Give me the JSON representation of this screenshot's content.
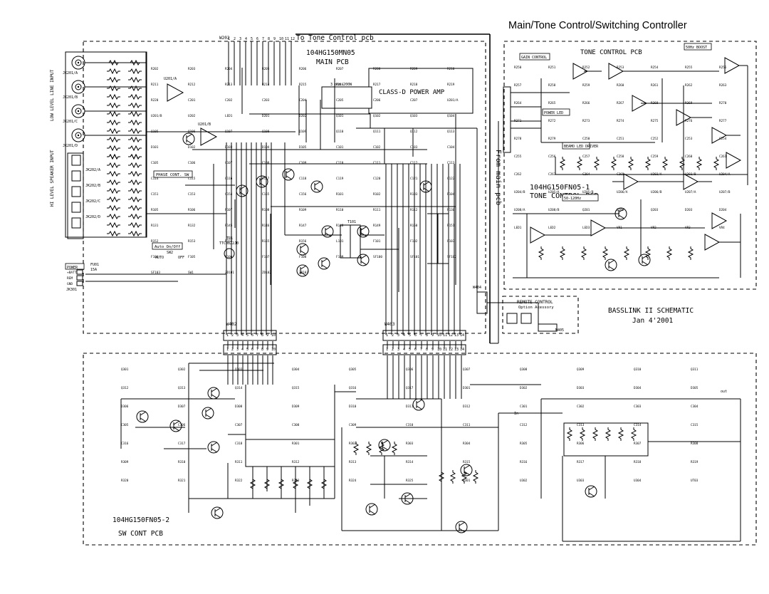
{
  "title": "Main/Tone Control/Switching Controller",
  "top_connector_label": "To Tone Control pcb",
  "main_pcb": {
    "part": "104HG150MN05",
    "name": "MAIN PCB",
    "amp_label": "CLASS-D POWER AMP"
  },
  "tone_pcb": {
    "header": "TONE CONTROL PCB",
    "part": "104HG150FN05-1",
    "name": "TONE CONTROL PCB",
    "from_main": "From main pcb",
    "tags": [
      "GAIN CONTROL",
      "50Hz BOOST",
      "POWER LED",
      "BEAMO LED DRIVER",
      "50-120Hz"
    ]
  },
  "remote": {
    "title": "REMOTE CONTROL",
    "subtitle": "Option Acessory"
  },
  "schematic": {
    "name": "BASSLINK II SCHEMATIC",
    "date": "Jan 4'2001"
  },
  "sw_pcb": {
    "part": "104HG150FN05-2",
    "name": "SW CONT PCB"
  },
  "inputs": {
    "low_level": "LOW LEVEL LINE INPUT",
    "hi_level": "HI LEVEL SPEAKER INPUT",
    "jacks": [
      "JK201/A",
      "JK201/B",
      "JK201/C",
      "JK201/D"
    ],
    "hi_jacks": [
      "JK202/A",
      "JK202/B",
      "JK202/C",
      "JK202/D"
    ]
  },
  "labels": {
    "phase": "PHASE CONT. SW",
    "auto_onoff": "Auto On/Off",
    "sw2": "SW2",
    "auto": "AUTO",
    "off": "OFF",
    "power": "POWER",
    "fuse": "FU01",
    "fuse_rating": "15A",
    "power_in": [
      "+BATT",
      "REM",
      "GND"
    ],
    "jk_power": "JK301",
    "tr1": "TR1",
    "tr1_part": "TTC0822J0",
    "t101": "T101",
    "ohm": "3 ohm 200W",
    "out": "out",
    "in": "In"
  },
  "connectors": {
    "w202": "W202",
    "w402": "W402",
    "w403": "W403",
    "w404": "W404",
    "m405": "M405",
    "pins_top": [
      "1",
      "2",
      "3",
      "4",
      "5",
      "6",
      "7",
      "8",
      "9",
      "10",
      "11",
      "12"
    ],
    "pins_a": [
      "1",
      "2",
      "3",
      "4",
      "5",
      "6",
      "7",
      "8",
      "9",
      "10"
    ],
    "pins_b": [
      "1",
      "2",
      "3",
      "4",
      "5",
      "6",
      "7",
      "8",
      "9",
      "10",
      "11",
      "12",
      "13",
      "14"
    ]
  },
  "components": {
    "main": [
      "R202",
      "R203",
      "R204",
      "R205",
      "R206",
      "R207",
      "R208",
      "R209",
      "R210",
      "R211",
      "R212",
      "R213",
      "R214",
      "R215",
      "R216",
      "R217",
      "R218",
      "R219",
      "R220",
      "C201",
      "C202",
      "C203",
      "C204",
      "C205",
      "C206",
      "C207",
      "U201/A",
      "U201/B",
      "U202",
      "LED1",
      "D201",
      "D202",
      "Q101",
      "Q102",
      "Q103",
      "Q104",
      "Q105",
      "Q106",
      "Q107",
      "Q108",
      "Q109",
      "Q110",
      "Q111",
      "Q112",
      "Q113",
      "D101",
      "D102",
      "D103",
      "D104",
      "D105",
      "C101",
      "C102",
      "C103",
      "C104",
      "C105",
      "C106",
      "C107",
      "C108",
      "C109",
      "C110",
      "C111",
      "C112",
      "C113",
      "C114",
      "C115",
      "C116",
      "C117",
      "C118",
      "C119",
      "C120",
      "C121",
      "C122",
      "C151",
      "C153",
      "C154",
      "C155",
      "C156",
      "R101",
      "R102",
      "R103",
      "R104",
      "R105",
      "R106",
      "R107",
      "R108",
      "R109",
      "R110",
      "R111",
      "R112",
      "R130",
      "R131",
      "R132",
      "R145",
      "R146",
      "R147",
      "R148",
      "R149",
      "R150",
      "R151",
      "R152",
      "R153",
      "R154",
      "R155",
      "R156",
      "L101",
      "F101",
      "F102",
      "F103",
      "F104",
      "F105",
      "F106",
      "F107",
      "F108",
      "F109",
      "SF100",
      "SF101",
      "SF102",
      "SF103",
      "SW1",
      "ZD101",
      "ZD102",
      "ZD103"
    ],
    "tone": [
      "R250",
      "R251",
      "R252",
      "R253",
      "R254",
      "R255",
      "R256",
      "R257",
      "R258",
      "R259",
      "R260",
      "R261",
      "R262",
      "R263",
      "R264",
      "R265",
      "R266",
      "R267",
      "R268",
      "R269",
      "R270",
      "R271",
      "R272",
      "R273",
      "R274",
      "R275",
      "R276",
      "R277",
      "R278",
      "R279",
      "C250",
      "C251",
      "C252",
      "C253",
      "C254",
      "C255",
      "C256",
      "C257",
      "C258",
      "C259",
      "C260",
      "C261",
      "C262",
      "C263",
      "C264",
      "C265",
      "U203/A",
      "U203/B",
      "U204/A",
      "U204/B",
      "U205/A",
      "U205/B",
      "U206/A",
      "U206/B",
      "U207/A",
      "U207/B",
      "U208/A",
      "U208/B",
      "Q201",
      "Q202",
      "Q203",
      "D203",
      "D204",
      "LED1",
      "LED2",
      "LED3",
      "VR1",
      "VR2",
      "VR3",
      "VR4"
    ],
    "sw": [
      "Q301",
      "Q302",
      "Q303",
      "Q304",
      "Q305",
      "Q306",
      "Q307",
      "Q308",
      "Q309",
      "Q310",
      "Q311",
      "Q312",
      "Q313",
      "Q314",
      "Q315",
      "Q316",
      "Q317",
      "D301",
      "D302",
      "D303",
      "D304",
      "D305",
      "D306",
      "D307",
      "D308",
      "D309",
      "D310",
      "D311",
      "D312",
      "C301",
      "C302",
      "C303",
      "C304",
      "C305",
      "C306",
      "C307",
      "C308",
      "C309",
      "C310",
      "C311",
      "C312",
      "C313",
      "C314",
      "C315",
      "C316",
      "C317",
      "C318",
      "R301",
      "R302",
      "R303",
      "R304",
      "R305",
      "R306",
      "R307",
      "R308",
      "R309",
      "R310",
      "R311",
      "R312",
      "R313",
      "R314",
      "R315",
      "R316",
      "R317",
      "R318",
      "R319",
      "R320",
      "R321",
      "R322",
      "R323",
      "R324",
      "R325",
      "U301",
      "U302",
      "U303",
      "U304",
      "UT03"
    ]
  }
}
